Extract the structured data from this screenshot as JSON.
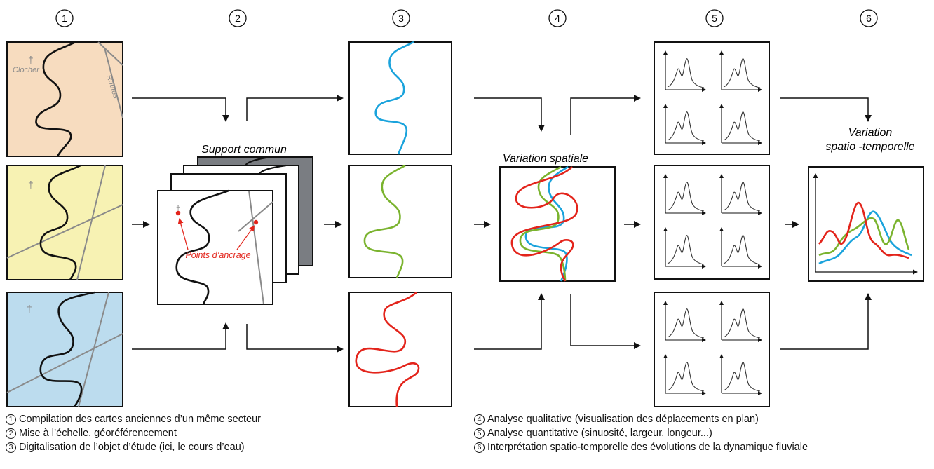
{
  "step_numbers": [
    "1",
    "2",
    "3",
    "4",
    "5",
    "6"
  ],
  "map_labels": {
    "church": "Clocher",
    "roads": "Routes",
    "cross": "†"
  },
  "support_label": "Support commun",
  "anchor_label": "Points d’ancrage",
  "spatial_label": "Variation spatiale",
  "spatio_temporal_label": [
    "Variation",
    "spatio -temporelle"
  ],
  "legend": [
    {
      "num": "1",
      "text": "Compilation des cartes anciennes d’un même secteur"
    },
    {
      "num": "2",
      "text": "Mise à l’échelle, géoréférencement"
    },
    {
      "num": "3",
      "text": "Digitalisation de l’objet d’étude (ici, le cours d’eau)"
    },
    {
      "num": "4",
      "text": "Analyse qualitative (visualisation des déplacements en plan)"
    },
    {
      "num": "5",
      "text": "Analyse quantitative (sinuosité, largeur, longeur...)"
    },
    {
      "num": "6",
      "text": "Interprétation spatio-temporelle des évolutions de la dynamique fluviale"
    }
  ],
  "colors": {
    "map1": "#f7dcbf",
    "map2": "#f7f2b3",
    "map3": "#bcdcee",
    "river1": "#1aa3dc",
    "river2": "#7ab32e",
    "river3": "#e3241b",
    "anchor": "#e3241b",
    "road": "#8a8a8a",
    "back_sheet": "#7a7d82"
  }
}
